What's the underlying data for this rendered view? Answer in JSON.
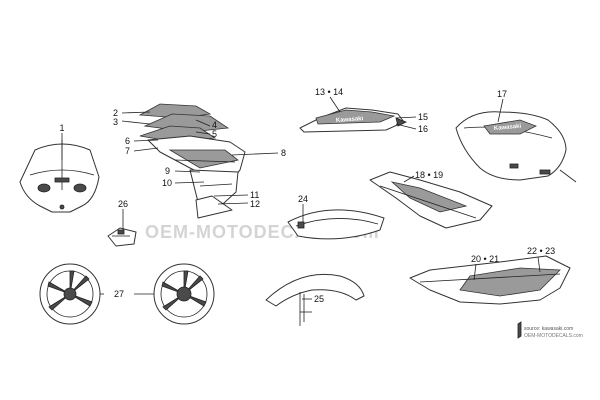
{
  "watermark": "OEM-MOTODECALS.com",
  "source": {
    "line1": "source: kawasaki.com",
    "line2": "OEM-MOTODECALS.com"
  },
  "decal_texts": {
    "side_cowl": "Kawasaki",
    "tank": "Kawasaki"
  },
  "callouts": [
    "1",
    "2",
    "3",
    "4",
    "5",
    "6",
    "7",
    "8",
    "9",
    "10",
    "11",
    "12",
    "13 • 14",
    "15",
    "16",
    "17",
    "18 • 19",
    "20 • 21",
    "22 • 23",
    "24",
    "25",
    "26",
    "27"
  ]
}
